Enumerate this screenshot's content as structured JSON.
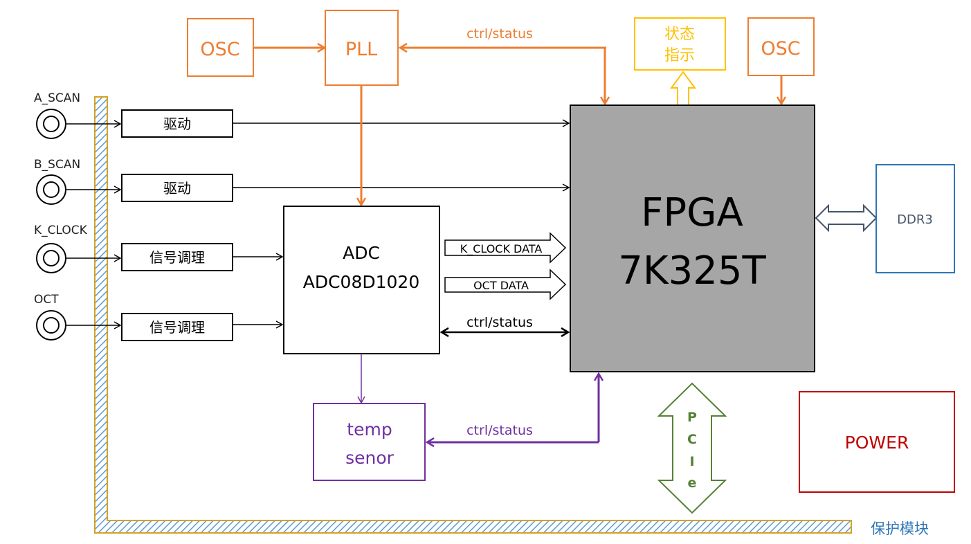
{
  "colors": {
    "orange": "#ED7D31",
    "yellow": "#FFC000",
    "purple": "#7030A0",
    "green": "#548235",
    "blue": "#2E75B6",
    "red": "#C00000",
    "gray_fill": "#A6A6A6",
    "dark_gray": "#44546A",
    "hatch_blue": "#5B9BD5",
    "hatch_border": "#D6A21E",
    "black": "#000000"
  },
  "inputs": [
    {
      "label": "A_SCAN"
    },
    {
      "label": "B_SCAN"
    },
    {
      "label": "K_CLOCK"
    },
    {
      "label": "OCT"
    }
  ],
  "blocks": {
    "drive_1": "驱动",
    "drive_2": "驱动",
    "cond_1": "信号调理",
    "cond_2": "信号调理",
    "osc_left": "OSC",
    "pll": "PLL",
    "osc_right": "OSC",
    "status_line1": "状态",
    "status_line2": "指示",
    "adc_line1": "ADC",
    "adc_line2": "ADC08D1020",
    "fpga_line1": "FPGA",
    "fpga_line2": "7K325T",
    "ddr": "DDR3",
    "temp_line1": "temp",
    "temp_line2": "senor",
    "power": "POWER"
  },
  "signals": {
    "pll_ctrl": "ctrl/status",
    "k_clock_data": "K_CLOCK DATA",
    "oct_data": "OCT DATA",
    "adc_ctrl": "ctrl/status",
    "temp_ctrl": "ctrl/status",
    "pcie": [
      "P",
      "C",
      "I",
      "e"
    ]
  },
  "legend": {
    "protection": "保护模块"
  }
}
